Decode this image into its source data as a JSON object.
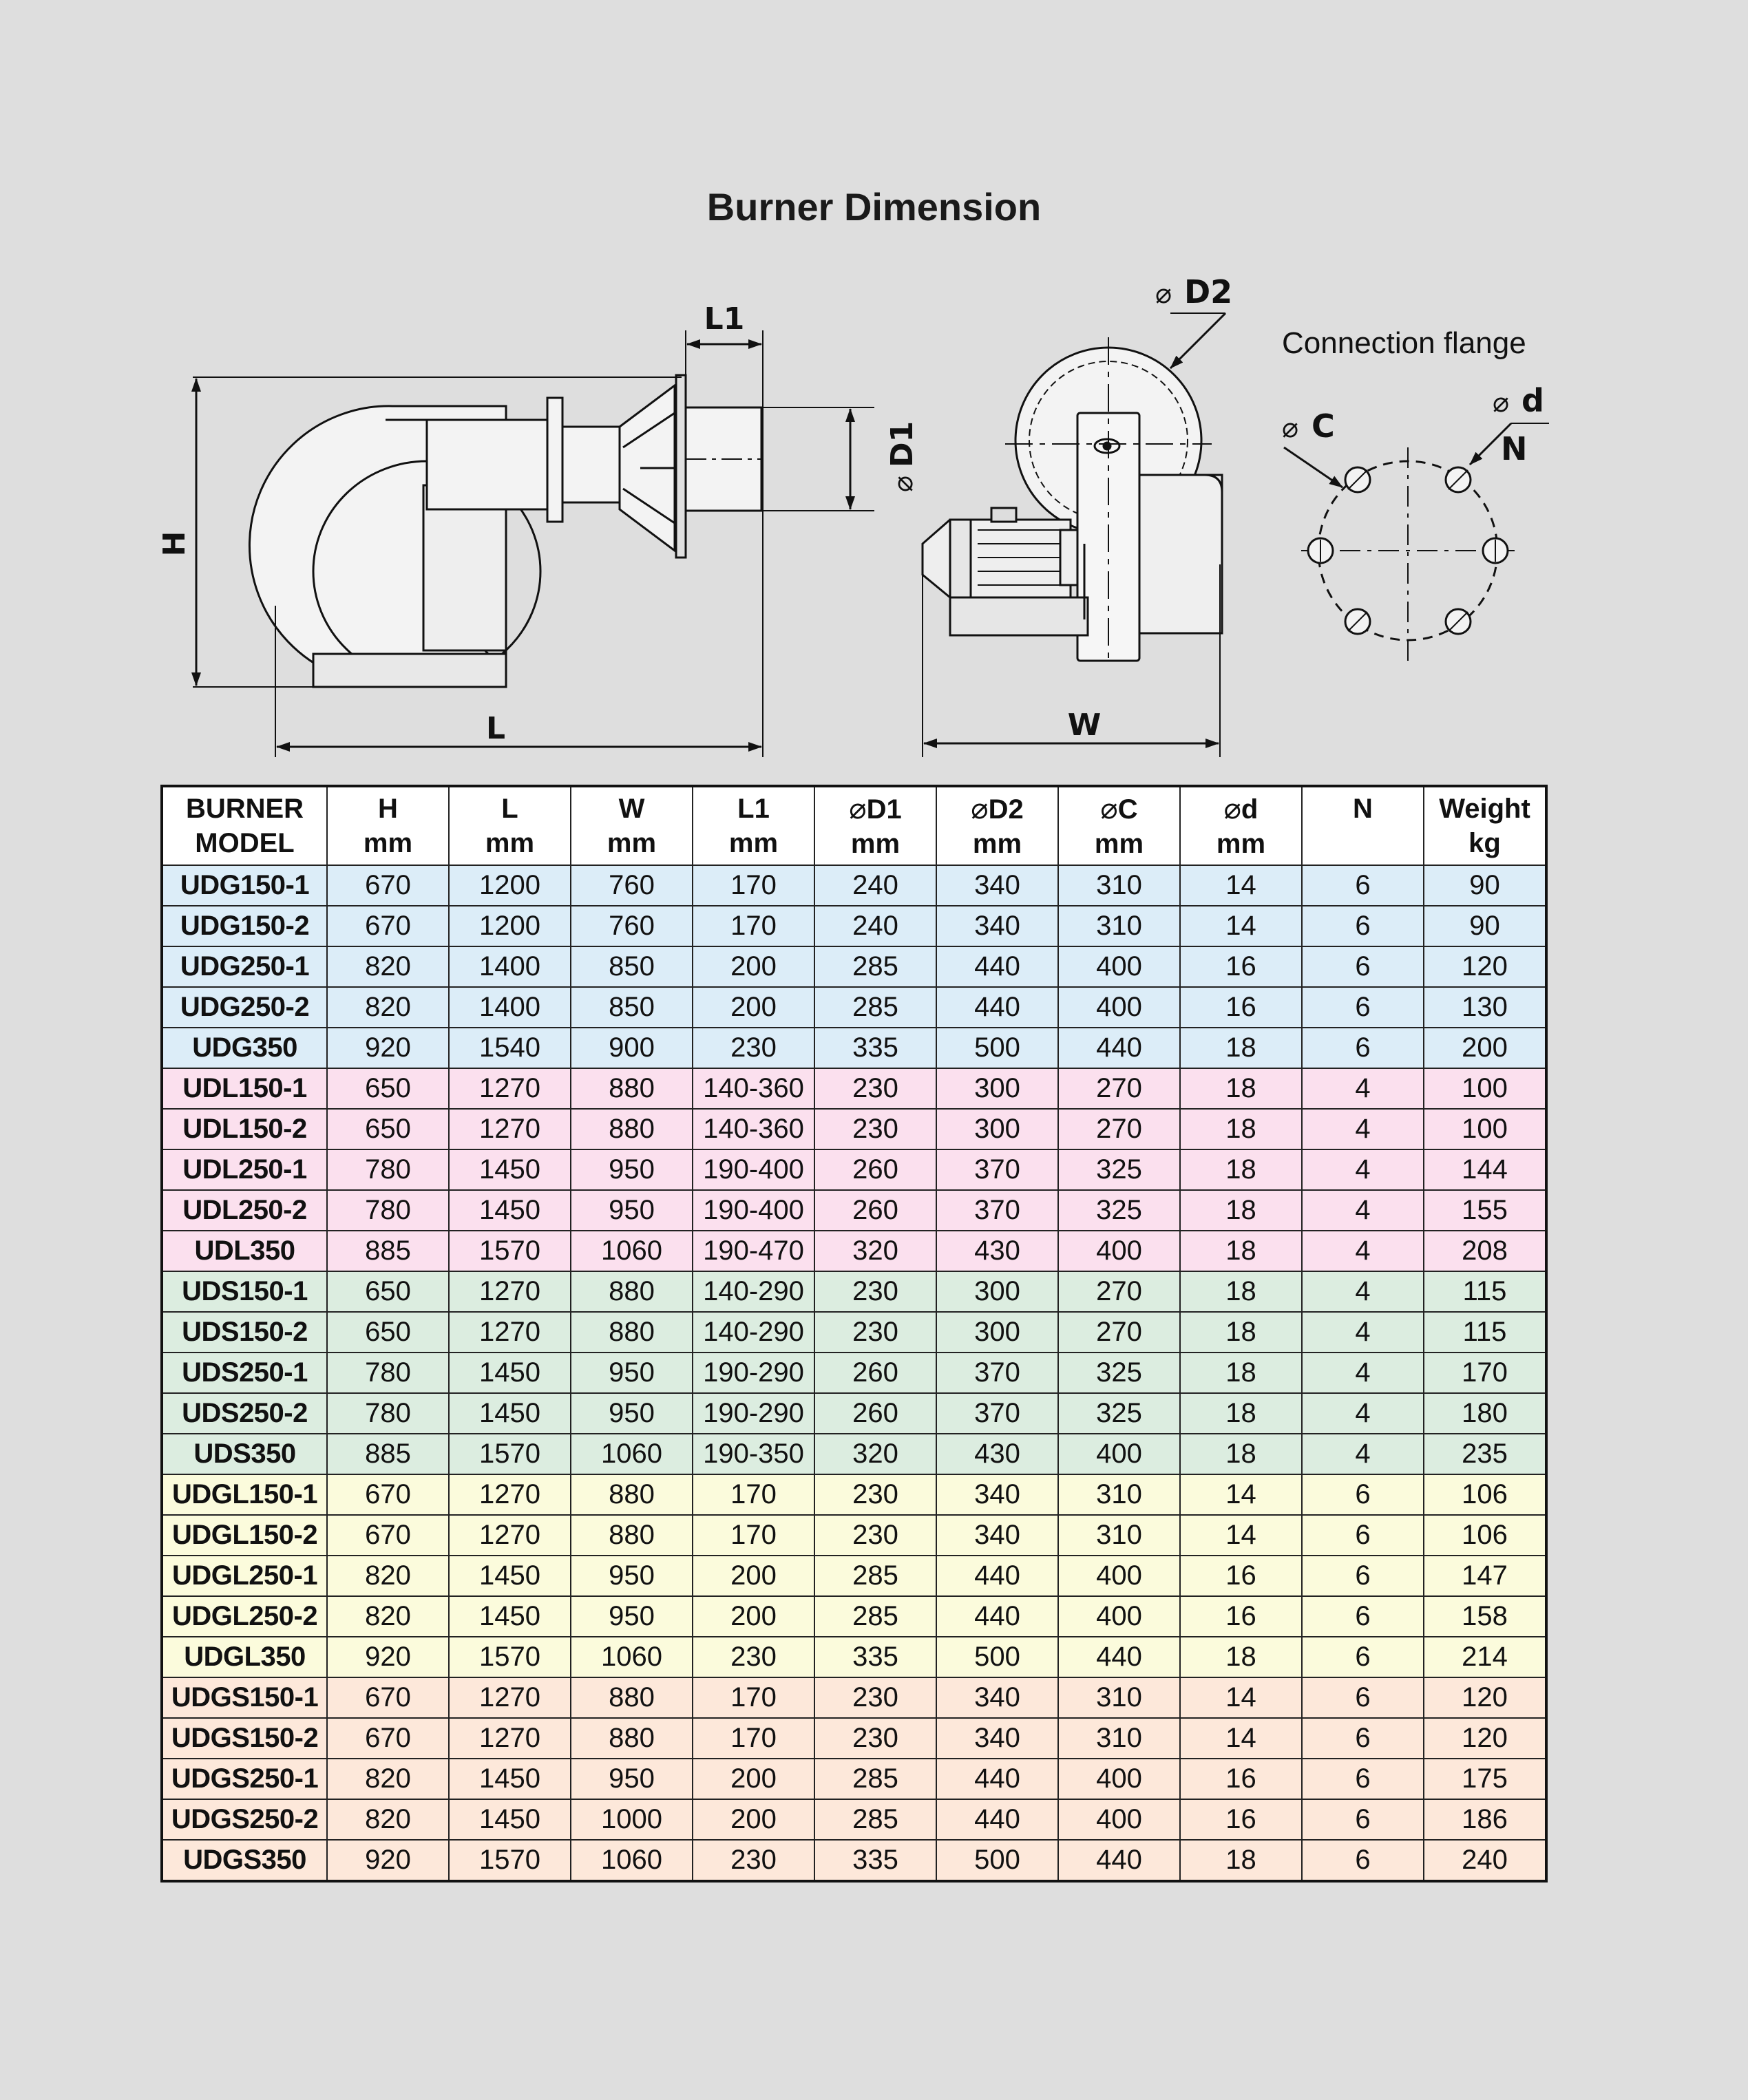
{
  "title": "Burner Dimension",
  "drawing": {
    "labels": {
      "H": "H",
      "L": "L",
      "L1": "L1",
      "D1": "D1",
      "D2": "D2",
      "W": "W",
      "C": "C",
      "d": "d",
      "N": "N"
    },
    "diameter_symbol": "⌀",
    "flange_caption": "Connection flange"
  },
  "table": {
    "headers": [
      {
        "line1": "BURNER",
        "line2": "MODEL"
      },
      {
        "line1": "H",
        "line2": "mm"
      },
      {
        "line1": "L",
        "line2": "mm"
      },
      {
        "line1": "W",
        "line2": "mm"
      },
      {
        "line1": "L1",
        "line2": "mm"
      },
      {
        "symbol": "⌀",
        "line1": "D1",
        "line2": "mm"
      },
      {
        "symbol": "⌀",
        "line1": "D2",
        "line2": "mm"
      },
      {
        "symbol": "⌀",
        "line1": "C",
        "line2": "mm"
      },
      {
        "symbol": "⌀",
        "line1": "d",
        "line2": "mm"
      },
      {
        "line1": "N",
        "line2": ""
      },
      {
        "line1": "Weight",
        "line2": "kg"
      }
    ],
    "group_colors": {
      "UDG": "#dcedf8",
      "UDL": "#fbe0ee",
      "UDS": "#dcede0",
      "UDGL": "#fbfbdc",
      "UDGS": "#fde8da"
    },
    "rows": [
      {
        "group": "UDG",
        "cells": [
          "UDG150-1",
          "670",
          "1200",
          "760",
          "170",
          "240",
          "340",
          "310",
          "14",
          "6",
          "90"
        ]
      },
      {
        "group": "UDG",
        "cells": [
          "UDG150-2",
          "670",
          "1200",
          "760",
          "170",
          "240",
          "340",
          "310",
          "14",
          "6",
          "90"
        ]
      },
      {
        "group": "UDG",
        "cells": [
          "UDG250-1",
          "820",
          "1400",
          "850",
          "200",
          "285",
          "440",
          "400",
          "16",
          "6",
          "120"
        ]
      },
      {
        "group": "UDG",
        "cells": [
          "UDG250-2",
          "820",
          "1400",
          "850",
          "200",
          "285",
          "440",
          "400",
          "16",
          "6",
          "130"
        ]
      },
      {
        "group": "UDG",
        "cells": [
          "UDG350",
          "920",
          "1540",
          "900",
          "230",
          "335",
          "500",
          "440",
          "18",
          "6",
          "200"
        ]
      },
      {
        "group": "UDL",
        "cells": [
          "UDL150-1",
          "650",
          "1270",
          "880",
          "140-360",
          "230",
          "300",
          "270",
          "18",
          "4",
          "100"
        ]
      },
      {
        "group": "UDL",
        "cells": [
          "UDL150-2",
          "650",
          "1270",
          "880",
          "140-360",
          "230",
          "300",
          "270",
          "18",
          "4",
          "100"
        ]
      },
      {
        "group": "UDL",
        "cells": [
          "UDL250-1",
          "780",
          "1450",
          "950",
          "190-400",
          "260",
          "370",
          "325",
          "18",
          "4",
          "144"
        ]
      },
      {
        "group": "UDL",
        "cells": [
          "UDL250-2",
          "780",
          "1450",
          "950",
          "190-400",
          "260",
          "370",
          "325",
          "18",
          "4",
          "155"
        ]
      },
      {
        "group": "UDL",
        "cells": [
          "UDL350",
          "885",
          "1570",
          "1060",
          "190-470",
          "320",
          "430",
          "400",
          "18",
          "4",
          "208"
        ]
      },
      {
        "group": "UDS",
        "cells": [
          "UDS150-1",
          "650",
          "1270",
          "880",
          "140-290",
          "230",
          "300",
          "270",
          "18",
          "4",
          "115"
        ]
      },
      {
        "group": "UDS",
        "cells": [
          "UDS150-2",
          "650",
          "1270",
          "880",
          "140-290",
          "230",
          "300",
          "270",
          "18",
          "4",
          "115"
        ]
      },
      {
        "group": "UDS",
        "cells": [
          "UDS250-1",
          "780",
          "1450",
          "950",
          "190-290",
          "260",
          "370",
          "325",
          "18",
          "4",
          "170"
        ]
      },
      {
        "group": "UDS",
        "cells": [
          "UDS250-2",
          "780",
          "1450",
          "950",
          "190-290",
          "260",
          "370",
          "325",
          "18",
          "4",
          "180"
        ]
      },
      {
        "group": "UDS",
        "cells": [
          "UDS350",
          "885",
          "1570",
          "1060",
          "190-350",
          "320",
          "430",
          "400",
          "18",
          "4",
          "235"
        ]
      },
      {
        "group": "UDGL",
        "cells": [
          "UDGL150-1",
          "670",
          "1270",
          "880",
          "170",
          "230",
          "340",
          "310",
          "14",
          "6",
          "106"
        ]
      },
      {
        "group": "UDGL",
        "cells": [
          "UDGL150-2",
          "670",
          "1270",
          "880",
          "170",
          "230",
          "340",
          "310",
          "14",
          "6",
          "106"
        ]
      },
      {
        "group": "UDGL",
        "cells": [
          "UDGL250-1",
          "820",
          "1450",
          "950",
          "200",
          "285",
          "440",
          "400",
          "16",
          "6",
          "147"
        ]
      },
      {
        "group": "UDGL",
        "cells": [
          "UDGL250-2",
          "820",
          "1450",
          "950",
          "200",
          "285",
          "440",
          "400",
          "16",
          "6",
          "158"
        ]
      },
      {
        "group": "UDGL",
        "cells": [
          "UDGL350",
          "920",
          "1570",
          "1060",
          "230",
          "335",
          "500",
          "440",
          "18",
          "6",
          "214"
        ]
      },
      {
        "group": "UDGS",
        "cells": [
          "UDGS150-1",
          "670",
          "1270",
          "880",
          "170",
          "230",
          "340",
          "310",
          "14",
          "6",
          "120"
        ]
      },
      {
        "group": "UDGS",
        "cells": [
          "UDGS150-2",
          "670",
          "1270",
          "880",
          "170",
          "230",
          "340",
          "310",
          "14",
          "6",
          "120"
        ]
      },
      {
        "group": "UDGS",
        "cells": [
          "UDGS250-1",
          "820",
          "1450",
          "950",
          "200",
          "285",
          "440",
          "400",
          "16",
          "6",
          "175"
        ]
      },
      {
        "group": "UDGS",
        "cells": [
          "UDGS250-2",
          "820",
          "1450",
          "1000",
          "200",
          "285",
          "440",
          "400",
          "16",
          "6",
          "186"
        ]
      },
      {
        "group": "UDGS",
        "cells": [
          "UDGS350",
          "920",
          "1570",
          "1060",
          "230",
          "335",
          "500",
          "440",
          "18",
          "6",
          "240"
        ]
      }
    ]
  }
}
